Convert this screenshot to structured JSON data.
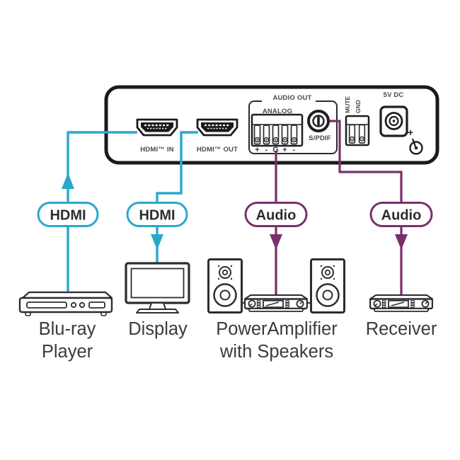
{
  "panel": {
    "hdmi_in_label": "HDMI™ IN",
    "hdmi_out_label": "HDMI™ OUT",
    "audio_out_label": "AUDIO OUT",
    "analog_label": "ANALOG",
    "terminals": [
      "+",
      "-",
      "G",
      "+",
      "-"
    ],
    "spdif_label": "S/PDIF",
    "mute_label": "MUTE",
    "gnd_label": "GND",
    "power_label": "5V DC",
    "polarity_plus": "+"
  },
  "connections": {
    "hdmi_in": "HDMI",
    "hdmi_out": "HDMI",
    "audio_analog": "Audio",
    "audio_spdif": "Audio"
  },
  "devices": {
    "bluray": {
      "line1": "Blu-ray",
      "line2": "Player"
    },
    "display": {
      "line1": "Display"
    },
    "poweramp": {
      "line1": "PowerAmplifier",
      "line2": "with Speakers"
    },
    "receiver": {
      "line1": "Receiver"
    }
  },
  "colors": {
    "hdmi_line": "#2BA7CE",
    "audio_line": "#7A2F6B",
    "device_outline": "#1C1C1E",
    "label_text": "#3B3B3D"
  }
}
